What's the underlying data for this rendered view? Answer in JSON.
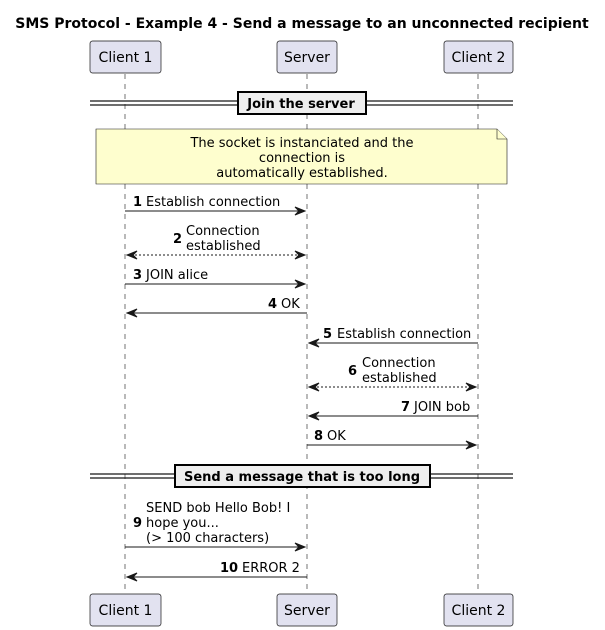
{
  "title": "SMS Protocol - Example 4 - Send a message to an unconnected recipient",
  "participants": [
    {
      "id": "c1",
      "label": "Client 1"
    },
    {
      "id": "srv",
      "label": "Server"
    },
    {
      "id": "c2",
      "label": "Client 2"
    }
  ],
  "dividers": [
    {
      "label": "Join the server"
    },
    {
      "label": "Send a message that is too long"
    }
  ],
  "note": {
    "lines": [
      "The socket is instanciated and the",
      "connection is",
      "automatically established."
    ]
  },
  "messages": [
    {
      "num": "1",
      "from": "c1",
      "to": "srv",
      "lines": [
        "Establish connection"
      ],
      "style": "solid",
      "bidirectional": false
    },
    {
      "num": "2",
      "from": "srv",
      "to": "c1",
      "lines": [
        "Connection",
        "established"
      ],
      "style": "dashed",
      "bidirectional": true
    },
    {
      "num": "3",
      "from": "c1",
      "to": "srv",
      "lines": [
        "JOIN alice"
      ],
      "style": "solid",
      "bidirectional": false
    },
    {
      "num": "4",
      "from": "srv",
      "to": "c1",
      "lines": [
        "OK"
      ],
      "style": "solid",
      "bidirectional": false
    },
    {
      "num": "5",
      "from": "c2",
      "to": "srv",
      "lines": [
        "Establish connection"
      ],
      "style": "solid",
      "bidirectional": false
    },
    {
      "num": "6",
      "from": "srv",
      "to": "c2",
      "lines": [
        "Connection",
        "established"
      ],
      "style": "dashed",
      "bidirectional": true
    },
    {
      "num": "7",
      "from": "c2",
      "to": "srv",
      "lines": [
        "JOIN bob"
      ],
      "style": "solid",
      "bidirectional": false
    },
    {
      "num": "8",
      "from": "srv",
      "to": "c2",
      "lines": [
        "OK"
      ],
      "style": "solid",
      "bidirectional": false
    },
    {
      "num": "9",
      "from": "c1",
      "to": "srv",
      "lines": [
        "SEND bob Hello Bob! I",
        "hope you...",
        "(> 100 characters)"
      ],
      "style": "solid",
      "bidirectional": false
    },
    {
      "num": "10",
      "from": "srv",
      "to": "c1",
      "lines": [
        "ERROR 2"
      ],
      "style": "solid",
      "bidirectional": false
    }
  ]
}
